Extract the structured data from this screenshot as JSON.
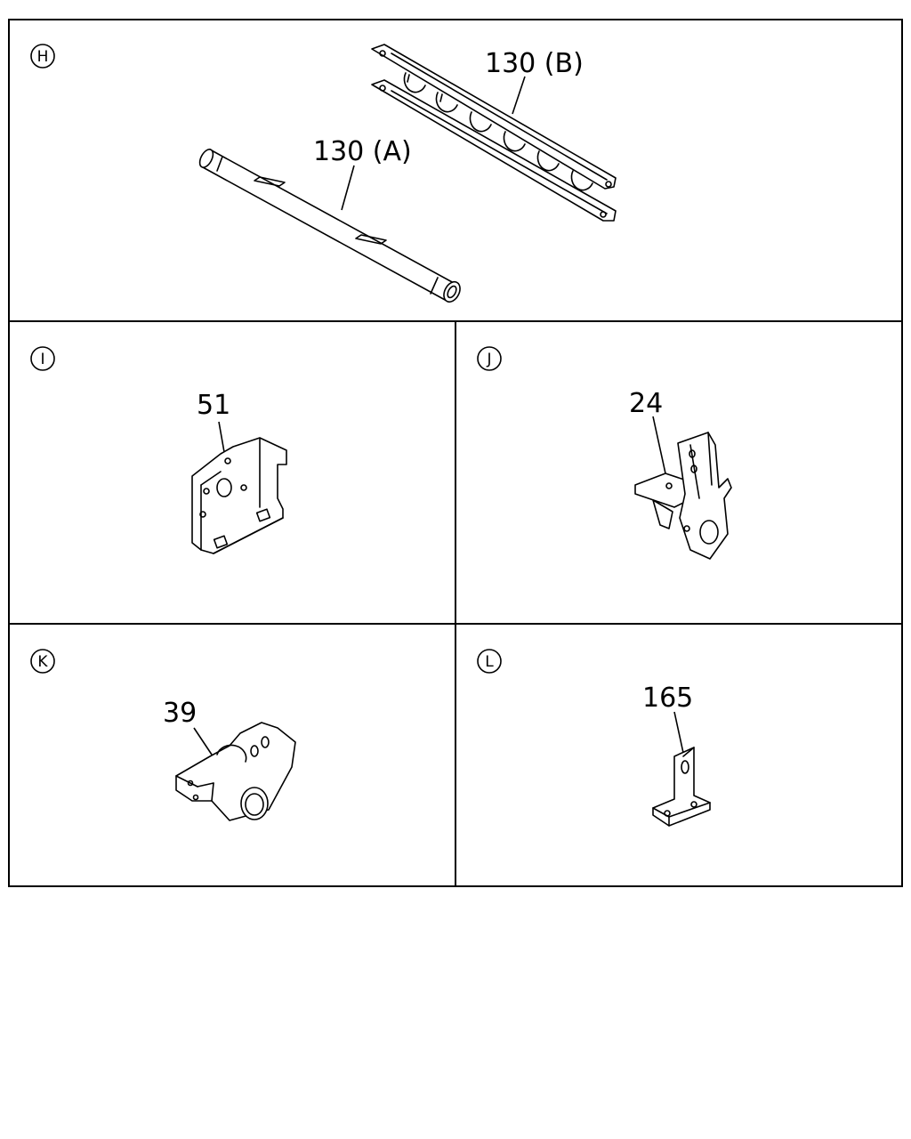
{
  "sections": [
    {
      "letter": "H",
      "parts": [
        "130 (B)",
        "130 (A)"
      ]
    },
    {
      "letter": "I",
      "parts": [
        "51"
      ]
    },
    {
      "letter": "J",
      "parts": [
        "24"
      ]
    },
    {
      "letter": "K",
      "parts": [
        "39"
      ]
    },
    {
      "letter": "L",
      "parts": [
        "165"
      ]
    }
  ],
  "colors": {
    "line": "#000000",
    "background": "#ffffff"
  }
}
